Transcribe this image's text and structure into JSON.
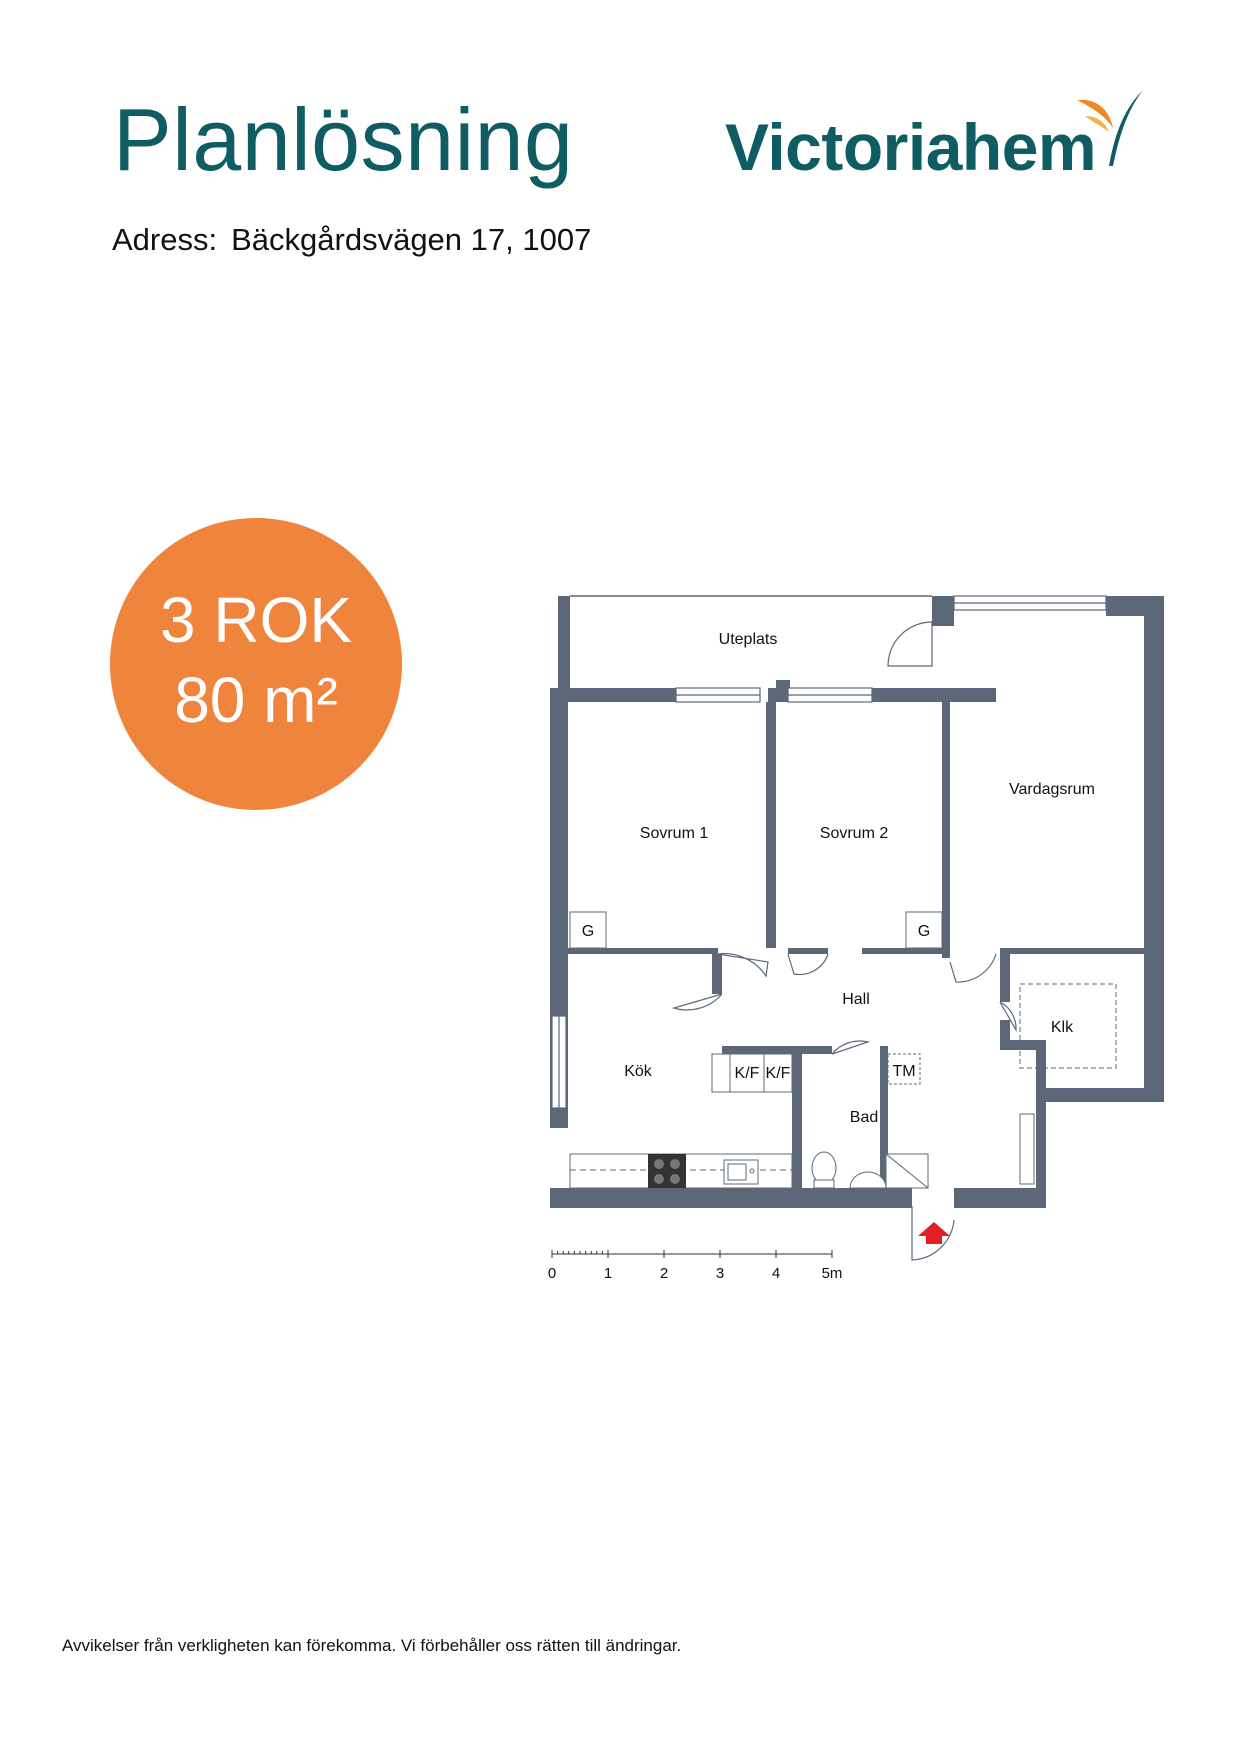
{
  "header": {
    "title": "Planlösning",
    "brand": "Victoriahem",
    "address_label": "Adress:",
    "address_value": "Bäckgårdsvägen 17, 1007"
  },
  "badge": {
    "rooms": "3 ROK",
    "area": "80 m²",
    "color": "#ef843d"
  },
  "floorplan": {
    "rooms": {
      "uteplats": "Uteplats",
      "sovrum1": "Sovrum 1",
      "sovrum2": "Sovrum 2",
      "vardagsrum": "Vardagsrum",
      "hall": "Hall",
      "kok": "Kök",
      "bad": "Bad",
      "klk": "Klk"
    },
    "fixtures": {
      "g1": "G",
      "g2": "G",
      "kf1": "K/F",
      "kf2": "K/F",
      "tm": "TM"
    },
    "scale": {
      "ticks": [
        "0",
        "1",
        "2",
        "3",
        "4",
        "5m"
      ]
    },
    "wall_color": "#5c6878",
    "entrance_arrow_color": "#e31e24"
  },
  "footer": {
    "disclaimer": "Avvikelser från verkligheten kan förekomma. Vi förbehåller oss rätten till ändringar."
  },
  "colors": {
    "brand_teal": "#0f5c62",
    "logo_orange": "#f08a24"
  }
}
